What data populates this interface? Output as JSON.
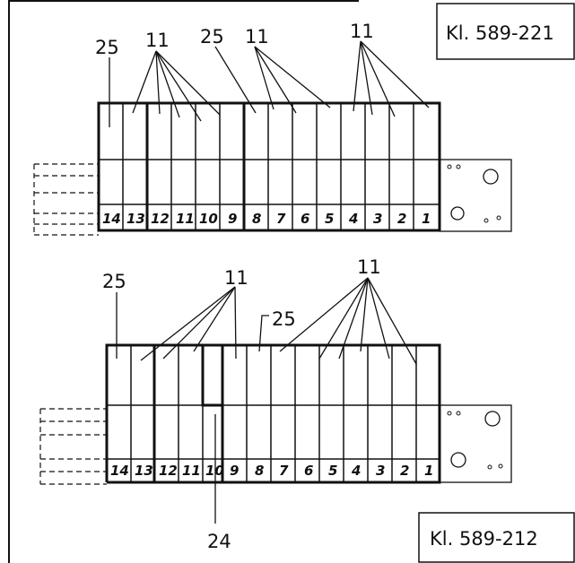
{
  "top": {
    "class_label": "Kl. 589-221",
    "callouts": [
      "25",
      "11",
      "25",
      "11",
      "11"
    ],
    "numbers": [
      "14",
      "13",
      "12",
      "11",
      "10",
      "9",
      "8",
      "7",
      "6",
      "5",
      "4",
      "3",
      "2",
      "1"
    ]
  },
  "bottom": {
    "class_label": "Kl. 589-212",
    "callouts": [
      "25",
      "11",
      "25",
      "11",
      "24"
    ],
    "numbers": [
      "14",
      "13",
      "12",
      "11",
      "10",
      "9",
      "8",
      "7",
      "6",
      "5",
      "4",
      "3",
      "2",
      "1"
    ]
  }
}
